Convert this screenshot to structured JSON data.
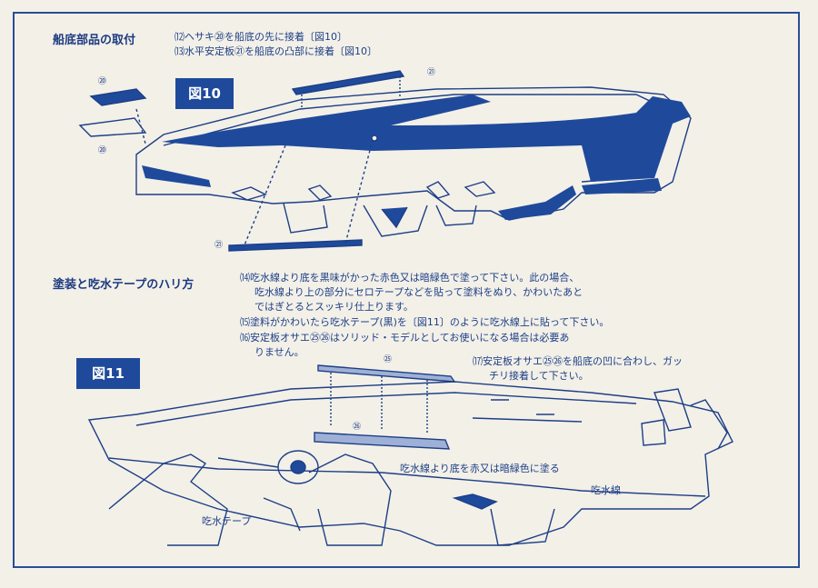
{
  "section1": {
    "heading": "船底部品の取付",
    "step12": "⑿ヘサキ⑳を船底の先に接着〔図10〕",
    "step13": "⒀水平安定板㉑を船底の凸部に接着〔図10〕",
    "figure_label": "図10",
    "callouts": {
      "c20a": "⑳",
      "c20b": "⑳",
      "c21a": "㉑",
      "c21b": "㉑"
    }
  },
  "section2": {
    "heading": "塗装と吃水テープのハリ方",
    "step14_l1": "⒁吃水線より底を黒味がかった赤色又は暗緑色で塗って下さい。此の場合、",
    "step14_l2": "吃水線より上の部分にセロテープなどを貼って塗料をぬり、かわいたあと",
    "step14_l3": "ではぎとるとスッキリ仕上ります。",
    "step15": "⒂塗料がかわいたら吃水テープ(黒)を〔図11〕のように吃水線上に貼って下さい。",
    "step16_l1": "⒃安定板オサエ㉕㉖はソリッド・モデルとしてお使いになる場合は必要あ",
    "step16_l2": "りません。",
    "step17_l1": "⒄安定板オサエ㉕㉖を船底の凹に合わし、ガッ",
    "step17_l2": "チリ接着して下さい。",
    "figure_label": "図11",
    "callouts": {
      "c25": "㉕",
      "c26": "㉖",
      "paint_note": "吃水線より底を赤又は暗緑色に塗る",
      "waterline": "吃水線",
      "tape": "吃水テープ"
    }
  },
  "colors": {
    "ink": "#1d3f86",
    "fill": "#1f4a9b",
    "paper": "#f3f0e8"
  }
}
